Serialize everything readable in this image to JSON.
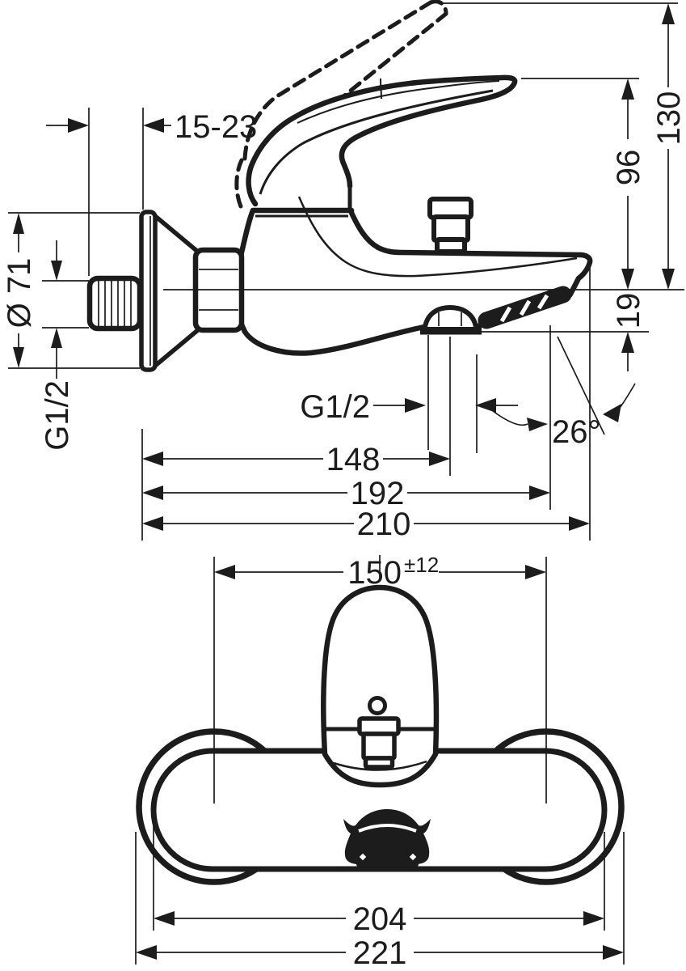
{
  "title": "Bath mixer technical dimension drawing",
  "colors": {
    "line": "#1c1c1c",
    "background": "#ffffff"
  },
  "side": {
    "wall_distance": "15-23",
    "height_handle_up": "130",
    "height_handle": "96",
    "spout_drop": "19",
    "escutcheon_diameter": "Ø 71",
    "wall_thread": "G1/2",
    "outlet_thread": "G1/2",
    "spout_angle": "26°",
    "reach_outlet": "148",
    "reach_aerator": "192",
    "reach_total": "210"
  },
  "front": {
    "connection_centers": "150",
    "connection_tolerance": "±12",
    "body_width": "204",
    "total_width": "221"
  }
}
